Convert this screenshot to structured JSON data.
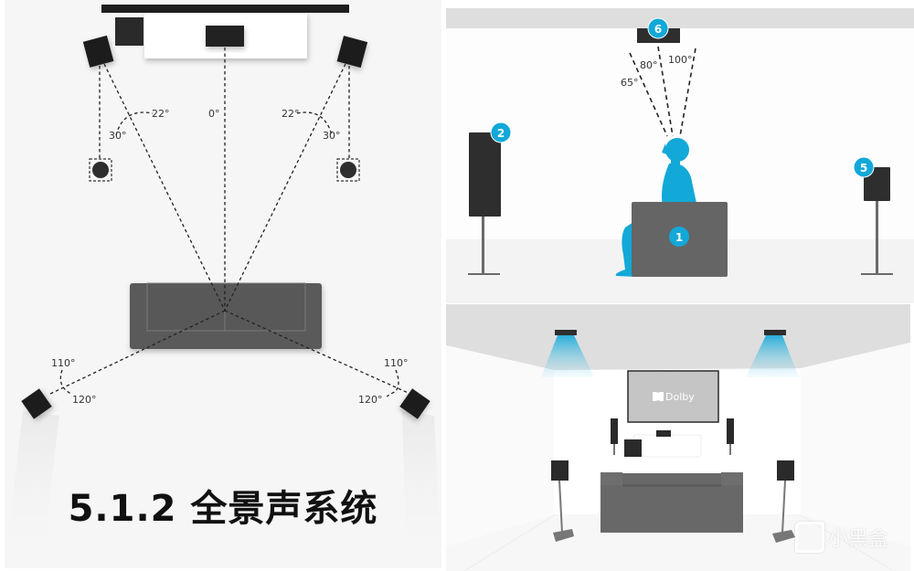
{
  "left_panel": {
    "title": "5.1.2 全景声系统",
    "angles": {
      "center": "0°",
      "front_left_inner": "22°",
      "front_left_outer": "30°",
      "front_right_inner": "22°",
      "front_right_outer": "30°",
      "surround_left_upper": "110°",
      "surround_left_lower": "120°",
      "surround_right_upper": "110°",
      "surround_right_lower": "120°"
    }
  },
  "side_panel": {
    "badges": {
      "listener": "1",
      "front_speaker": "2",
      "surround_speaker": "5",
      "height_speaker": "6"
    },
    "elevation_angles": [
      "65°",
      "80°",
      "100°"
    ]
  },
  "perspective_panel": {
    "screen_brand": "Dolby",
    "watermark": "小黑盒"
  },
  "colors": {
    "accent_blue": "#12a8d8",
    "speaker_dark": "#2b2b2b",
    "sofa_gray": "#5e5e5e",
    "panel_bg": "#f6f6f6"
  }
}
